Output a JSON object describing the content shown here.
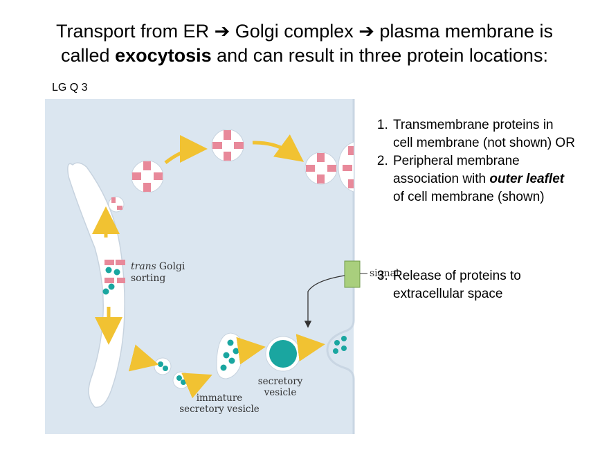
{
  "title": {
    "line1_part1": "Transport from ER ➔ Golgi complex ➔ plasma membrane is",
    "line2_part1": "called ",
    "line2_bold": "exocytosis",
    "line2_part2": " and can result in three protein locations:"
  },
  "tag": "LG Q 3",
  "figure": {
    "labels": {
      "trans_italic": "trans",
      "golgi": "Golgi",
      "sorting": "sorting",
      "signal": "signal",
      "immature_line1": "immature",
      "immature_line2": "secretory vesicle",
      "secretory_line1": "secretory",
      "secretory_line2": "vesicle"
    },
    "colors": {
      "background": "#dbe6f0",
      "membrane": "#ffffff",
      "pink_protein": "#e8899a",
      "teal_protein": "#1aa6a0",
      "arrow": "#f1c232",
      "signal_box": "#a9cf7d"
    }
  },
  "list": {
    "item1_number": "1.",
    "item1_text": "Transmembrane proteins in cell membrane (not shown) OR",
    "item2_number": "2.",
    "item2_text_part1": "Peripheral membrane association with ",
    "item2_bold_italic1": "outer leaflet",
    "item2_text_part2": " of cell membrane (shown)",
    "item3_number": "3.",
    "item3_text": "Release of proteins to extracellular space"
  }
}
